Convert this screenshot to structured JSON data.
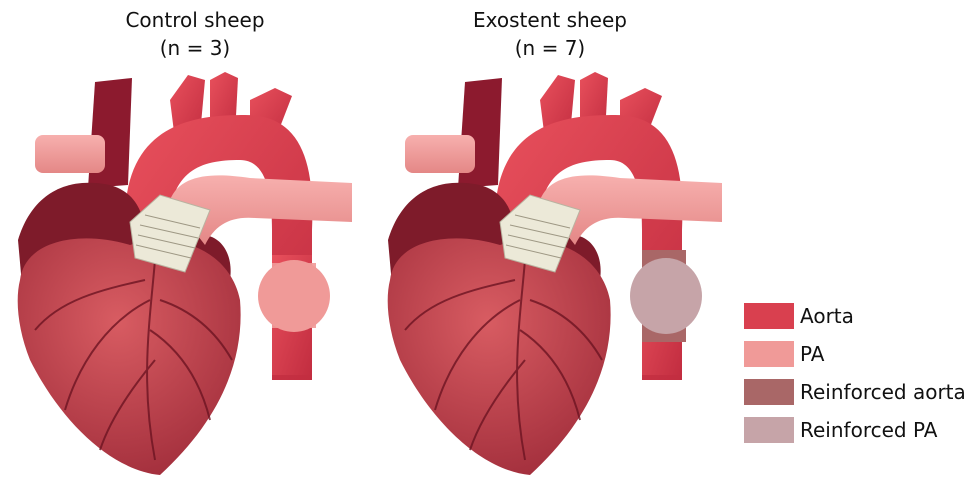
{
  "panels": [
    {
      "title": "Control sheep",
      "subtitle": "(n = 3)"
    },
    {
      "title": "Exostent sheep",
      "subtitle": "(n = 7)"
    }
  ],
  "legend": [
    {
      "label": "Aorta",
      "color": "#d9404f"
    },
    {
      "label": "PA",
      "color": "#f09a98"
    },
    {
      "label": "Reinforced aorta",
      "color": "#a96767"
    },
    {
      "label": "Reinforced PA",
      "color": "#c6a4a8"
    }
  ],
  "colors": {
    "aorta": "#d93a4b",
    "pa": "#f29b9a",
    "reinforced_aorta": "#a96767",
    "reinforced_pa": "#c6a4a8",
    "venous": "#8c1a2e",
    "atrium": "#7e1b2a",
    "ventricle": "#c9474f",
    "ventricle_dark": "#a02c3a",
    "graft": "#ece9d8"
  }
}
